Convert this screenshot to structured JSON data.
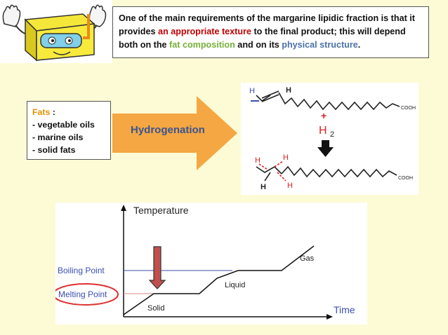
{
  "intro": {
    "part1": "One of the main requirements of the margarine lipidic fraction is that it provides ",
    "highlight1": "an appropriate texture",
    "part2": " to the final product; this will depend both on the ",
    "highlight2": "fat composition",
    "part3": " and on its ",
    "highlight3": "physical  structure",
    "part4": "."
  },
  "fats": {
    "title": "Fats",
    "colon": " :",
    "items": [
      "- vegetable oils",
      "- marine oils",
      "- solid fats"
    ]
  },
  "hydrogenation_label": "Hydrogenation",
  "reaction": {
    "h_left": "H",
    "h_top": "H",
    "cooh_top": "COOH",
    "plus": "+",
    "h2_h": "H",
    "h2_sub": "2",
    "h_tl": "H",
    "h_tr": "H",
    "h_bl": "H",
    "h_br": "H",
    "cooh_bottom": "COOH"
  },
  "graph": {
    "y_axis_label": "Temperature",
    "x_axis_label": "Time",
    "boiling_point": "Boiling Point",
    "melting_point": "Melting Point",
    "phase_solid": "Solid",
    "phase_liquid": "Liquid",
    "phase_gas": "Gas"
  },
  "colors": {
    "background": "#fdfbd5",
    "arrow_orange": "#f4a742",
    "highlight_red": "#c00000",
    "highlight_green": "#76b03a",
    "highlight_blue": "#4a72a8",
    "label_navy": "#3b5490",
    "graph_blue": "#3b4fb0",
    "melt_circle_red": "#e03030",
    "indicator_arrow": "#c0504d"
  }
}
